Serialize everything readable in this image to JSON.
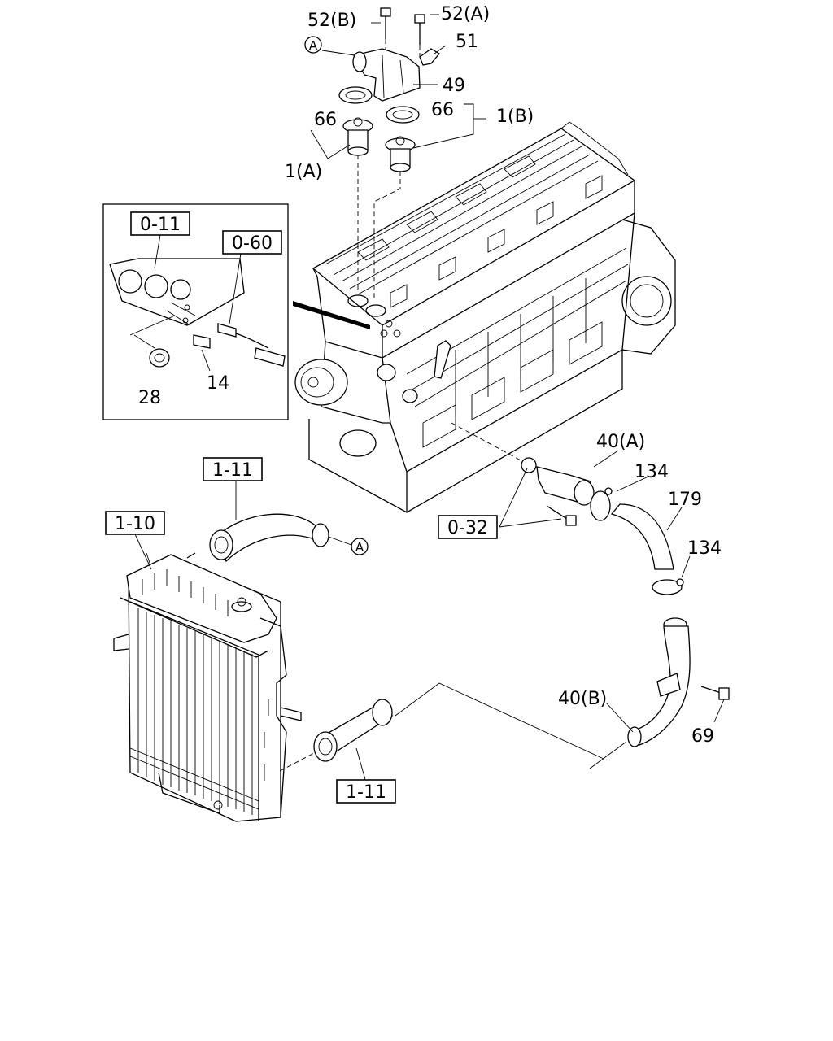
{
  "labels": {
    "p52b": "52(B)",
    "p52a": "52(A)",
    "p51": "51",
    "p49": "49",
    "p66a": "66",
    "p66b": "66",
    "p1a": "1(A)",
    "p1b": "1(B)",
    "p28": "28",
    "p14": "14",
    "p40a": "40(A)",
    "p134a": "134",
    "p179": "179",
    "p134b": "134",
    "p40b": "40(B)",
    "p69": "69"
  },
  "refs": {
    "r011": "0-11",
    "r060": "0-60",
    "r111a": "1-11",
    "r110": "1-10",
    "r032": "0-32",
    "r111b": "1-11"
  },
  "markers": {
    "a_top": "A",
    "a_hose": "A"
  }
}
